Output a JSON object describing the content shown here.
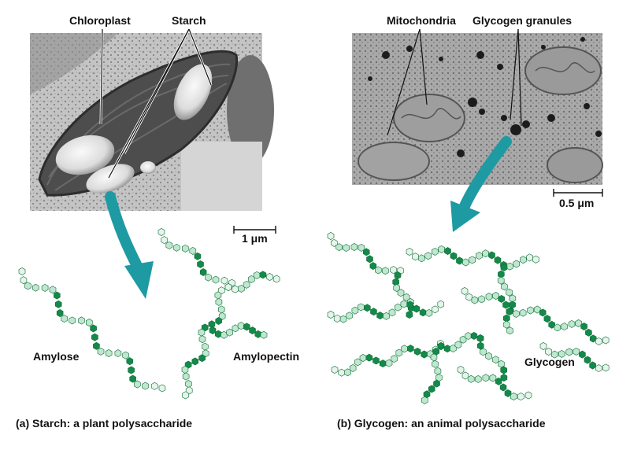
{
  "panel_a": {
    "label_chloroplast": "Chloroplast",
    "label_starch": "Starch",
    "scale_bar": "1 μm",
    "label_amylose": "Amylose",
    "label_amylopectin": "Amylopectin",
    "caption": "(a) Starch: a plant polysaccharide"
  },
  "panel_b": {
    "label_mitochondria": "Mitochondria",
    "label_glycogen_granules": "Glycogen granules",
    "scale_bar": "0.5 μm",
    "label_glycogen": "Glycogen",
    "caption": "(b) Glycogen: an animal polysaccharide"
  },
  "colors": {
    "arrow": "#1e9aa3",
    "chain_dark": "#148a4a",
    "chain_light": "#bfe8cf"
  }
}
